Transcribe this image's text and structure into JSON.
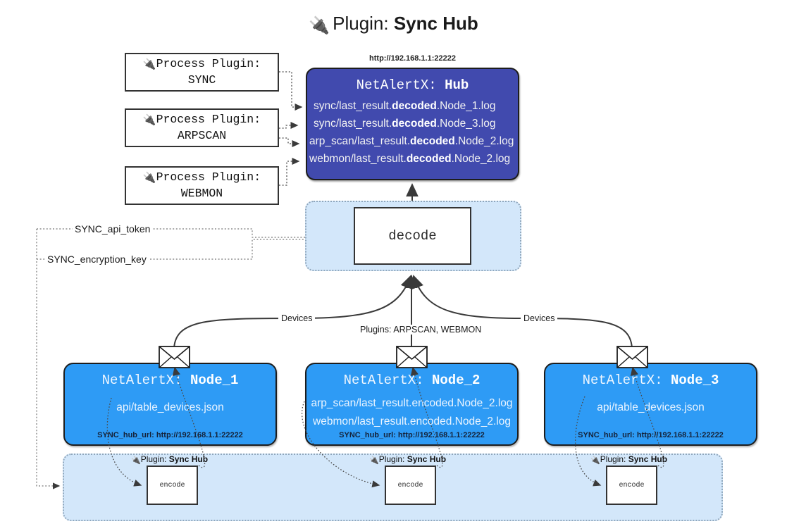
{
  "title": {
    "icon": "electric-plug-icon",
    "glyph": "🔌",
    "prefix": "Plugin: ",
    "name": "Sync Hub"
  },
  "colors": {
    "hub_fill": "#414aae",
    "node_fill": "#2e9bf5",
    "container_fill": "#d3e7fa",
    "container_border": "#8fa6bb",
    "stroke": "#333333",
    "page_bg": "#ffffff"
  },
  "process_plugins": [
    {
      "label_line1": "Process Plugin:",
      "label_line2": "SYNC",
      "icon": "electric-plug-icon"
    },
    {
      "label_line1": "Process Plugin:",
      "label_line2": "ARPSCAN",
      "icon": "electric-plug-icon"
    },
    {
      "label_line1": "Process Plugin:",
      "label_line2": "WEBMON",
      "icon": "electric-plug-icon"
    }
  ],
  "hub": {
    "url": "http://192.168.1.1:22222",
    "title_prefix": "NetAlertX: ",
    "title_name": "Hub",
    "logs": [
      {
        "pre": "sync/last_result.",
        "bold": "decoded",
        "post": ".Node_1.log"
      },
      {
        "pre": "sync/last_result.",
        "bold": "decoded",
        "post": ".Node_3.log"
      },
      {
        "pre": "arp_scan/last_result.",
        "bold": "decoded",
        "post": ".Node_2.log"
      },
      {
        "pre": "webmon/last_result.",
        "bold": "decoded",
        "post": ".Node_2.log"
      }
    ]
  },
  "decode": {
    "label": "decode"
  },
  "settings": {
    "api_token": "SYNC_api_token",
    "encryption_key": "SYNC_encryption_key"
  },
  "edge_labels": {
    "devices_left": "Devices",
    "devices_right": "Devices",
    "plugins_center": "Plugins: ARPSCAN, WEBMON"
  },
  "nodes": [
    {
      "title_prefix": "NetAlertX: ",
      "title_name": "Node_1",
      "icon": "envelope-icon",
      "lines": [
        "api/table_devices.json"
      ],
      "hub_url_label": "SYNC_hub_url: http://192.168.1.1:22222"
    },
    {
      "title_prefix": "NetAlertX: ",
      "title_name": "Node_2",
      "icon": "envelope-icon",
      "lines": [
        "arp_scan/last_result.encoded.Node_2.log",
        "webmon/last_result.encoded.Node_2.log"
      ],
      "hub_url_label": "SYNC_hub_url: http://192.168.1.1:22222"
    },
    {
      "title_prefix": "NetAlertX: ",
      "title_name": "Node_3",
      "icon": "envelope-icon",
      "lines": [
        "api/table_devices.json"
      ],
      "hub_url_label": "SYNC_hub_url: http://192.168.1.1:22222"
    }
  ],
  "encoders": [
    {
      "plugin_prefix": "Plugin: ",
      "plugin_name": "Sync Hub",
      "box_label": "encode",
      "icon": "electric-plug-icon"
    },
    {
      "plugin_prefix": "Plugin: ",
      "plugin_name": "Sync Hub",
      "box_label": "encode",
      "icon": "electric-plug-icon"
    },
    {
      "plugin_prefix": "Plugin: ",
      "plugin_name": "Sync Hub",
      "box_label": "encode",
      "icon": "electric-plug-icon"
    }
  ]
}
